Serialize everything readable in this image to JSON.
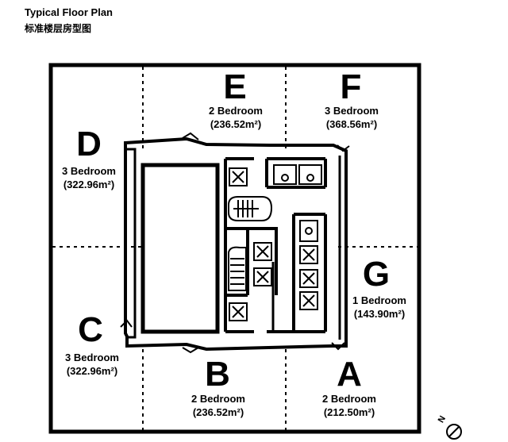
{
  "title": {
    "en": "Typical Floor Plan",
    "zh": "标准楼层房型图"
  },
  "units": [
    {
      "letter": "E",
      "type": "2 Bedroom",
      "area": "(236.52m²)"
    },
    {
      "letter": "F",
      "type": "3 Bedroom",
      "area": "(368.56m²)"
    },
    {
      "letter": "D",
      "type": "3 Bedroom",
      "area": "(322.96m²)"
    },
    {
      "letter": "G",
      "type": "1 Bedroom",
      "area": "(143.90m²)"
    },
    {
      "letter": "C",
      "type": "3 Bedroom",
      "area": "(322.96m²)"
    },
    {
      "letter": "B",
      "type": "2 Bedroom",
      "area": "(236.52m²)"
    },
    {
      "letter": "A",
      "type": "2 Bedroom",
      "area": "(212.50m²)"
    }
  ],
  "compass": {
    "label": "N",
    "icon": "north-arrow-icon"
  }
}
